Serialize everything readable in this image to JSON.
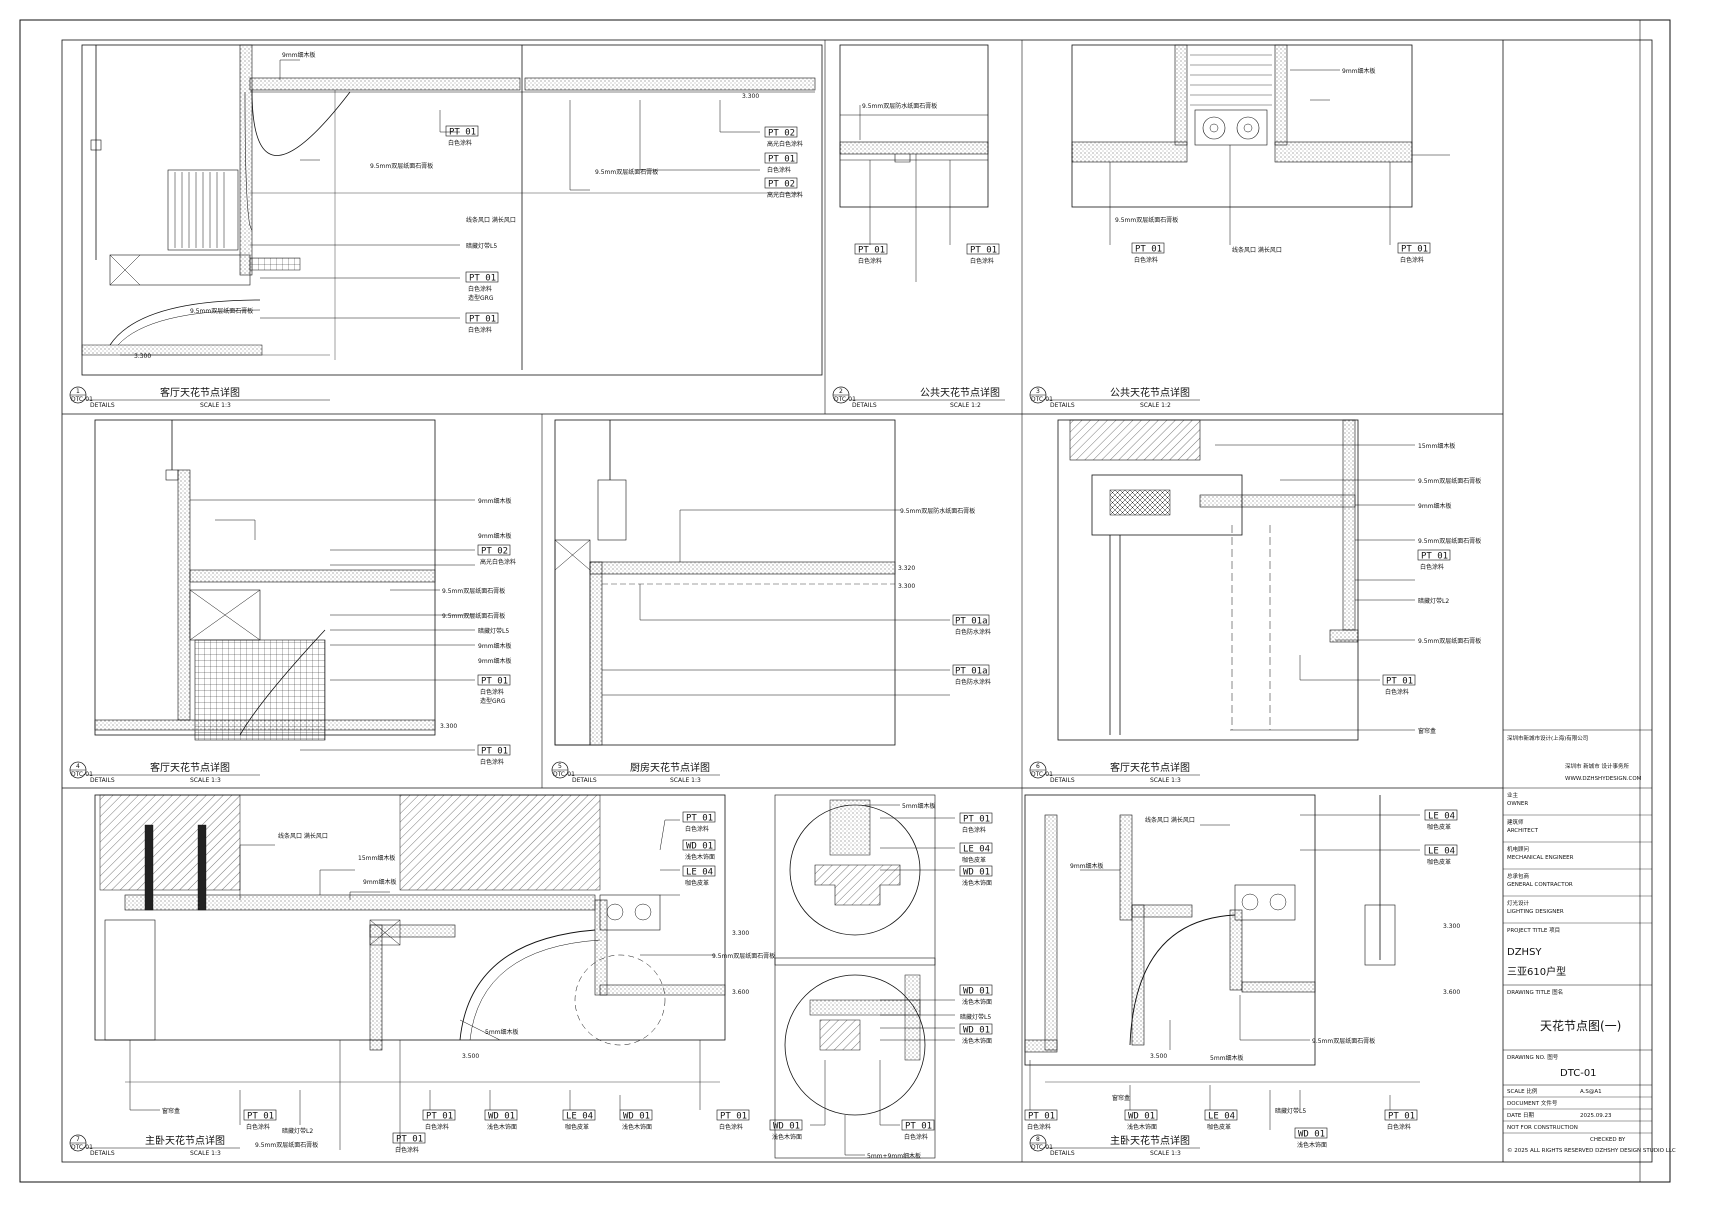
{
  "details": {
    "d1": {
      "num": "1",
      "title": "客厅天花节点详图",
      "scale": "SCALE 1:3"
    },
    "d2": {
      "num": "2",
      "title": "公共天花节点详图",
      "scale": "SCALE 1:2"
    },
    "d3": {
      "num": "3",
      "title": "公共天花节点详图",
      "scale": "SCALE 1:2"
    },
    "d4": {
      "num": "4",
      "title": "客厅天花节点详图",
      "scale": "SCALE 1:3"
    },
    "d5": {
      "num": "5",
      "title": "厨房天花节点详图",
      "scale": "SCALE 1:3"
    },
    "d6": {
      "num": "6",
      "title": "客厅天花节点详图",
      "scale": "SCALE 1:3"
    },
    "d7": {
      "num": "7",
      "title": "主卧天花节点详图",
      "scale": "SCALE 1:3"
    },
    "d8": {
      "num": "8",
      "title": "主卧天花节点详图",
      "scale": "SCALE 1:3"
    },
    "ref": "DTC-01",
    "details_word": "DETAILS"
  },
  "tags": {
    "pt01": "PT 01",
    "pt02": "PT 02",
    "pt01a": "PT 01a",
    "le04": "LE 04",
    "wd01": "WD 01"
  },
  "notes": {
    "white_paint": "白色涂料",
    "gloss_white": "高光白色涂料",
    "white_fire_paint": "白色防水涂料",
    "gyp95": "9.5mm双层纸面石膏板",
    "gyp95_fire": "9.5mm双层防水纸面石膏板",
    "ply9": "9mm细木板",
    "ply15": "15mm细木板",
    "light_l5": "暗藏灯带L5",
    "light_l2": "暗藏灯带L2",
    "grg": "造型GRG",
    "vent": "线条风口 满长风口",
    "wood_light": "浅色木饰面",
    "leather": "咖色皮革",
    "curtain": "窗帘盒",
    "mm5": "5mm细木板",
    "mm5_9": "5mm+9mm细木板",
    "elev_3300": "3.300",
    "elev_3600": "3.600",
    "elev_3500": "3.500",
    "elev_3320": "3.320"
  },
  "title_block": {
    "company_line": "深圳市新城市设计(上海)有限公司",
    "company_sub": "深圳市 新城市 设计事务所",
    "website": "WWW.DZHSHYDESIGN.COM",
    "owner": "OWNER",
    "owner_cn": "业主",
    "architect": "ARCHITECT",
    "architect_cn": "建筑师",
    "mech": "MECHANICAL ENGINEER",
    "mech_cn": "机电顾问",
    "gc": "GENERAL CONTRACTOR",
    "gc_cn": "总承包商",
    "lighting": "LIGHTING DESIGNER",
    "lighting_cn": "灯光设计",
    "project_title_lbl": "PROJECT TITLE 项目",
    "project": "DZHSY",
    "project_sub": "三亚610户型",
    "drawing_title_lbl": "DRAWING TITLE 图名",
    "drawing_title": "天花节点图(一)",
    "drawing_no_lbl": "DRAWING NO. 图号",
    "drawing_no": "DTC-01",
    "scale_lbl": "SCALE 比例",
    "scale": "A.S@A1",
    "doc_lbl": "DOCUMENT 文件号",
    "date_lbl": "DATE 日期",
    "date": "2025.09.23",
    "nfc": "NOT FOR CONSTRUCTION",
    "checked": "CHECKED BY",
    "copyright": "© 2025 ALL RIGHTS RESERVED DZHSHY DESIGN STUDIO LLC"
  }
}
